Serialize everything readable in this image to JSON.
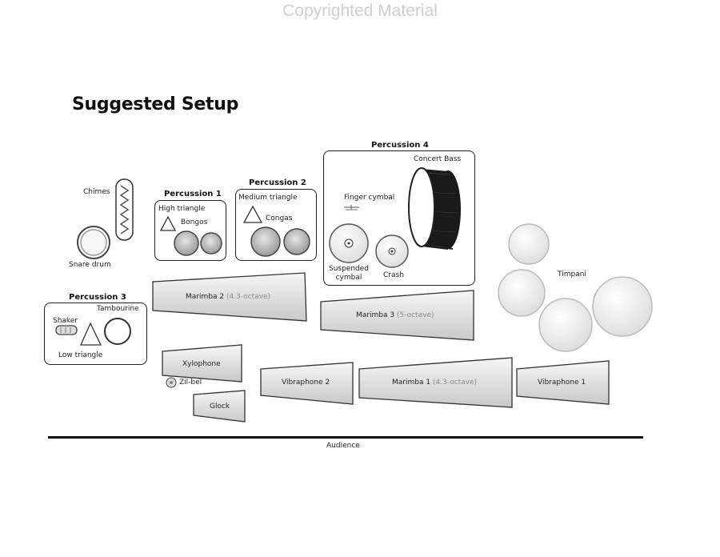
{
  "watermark": "Copyrighted Material",
  "title": "Suggested Setup",
  "groups": {
    "perc1": {
      "label": "Percussion 1",
      "triangle": "High triangle",
      "drum": "Bongos"
    },
    "perc2": {
      "label": "Percussion 2",
      "triangle": "Medium triangle",
      "drum": "Congas"
    },
    "perc3": {
      "label": "Percussion 3",
      "shaker": "Shaker",
      "tambourine": "Tambourine",
      "triangle": "Low triangle"
    },
    "perc4": {
      "label": "Percussion 4",
      "finger": "Finger cymbal",
      "bass": "Concert Bass",
      "suspended": "Suspended cymbal",
      "crash": "Crash"
    }
  },
  "standalone": {
    "chimes": "Chimes",
    "snare": "Snare drum",
    "timpani": "Timpani",
    "zil_bel": "Zil-bel"
  },
  "keyboards": {
    "marimba2": {
      "name": "Marimba 2",
      "range": "(4.3-octave)"
    },
    "marimba3": {
      "name": "Marimba 3",
      "range": "(5-octave)"
    },
    "marimba1": {
      "name": "Marimba 1",
      "range": "(4.3-octave)"
    },
    "xylophone": {
      "name": "Xylophone"
    },
    "vibraphone2": {
      "name": "Vibraphone 2"
    },
    "vibraphone1": {
      "name": "Vibraphone 1"
    },
    "glock": {
      "name": "Glock"
    }
  },
  "audience": "Audience"
}
